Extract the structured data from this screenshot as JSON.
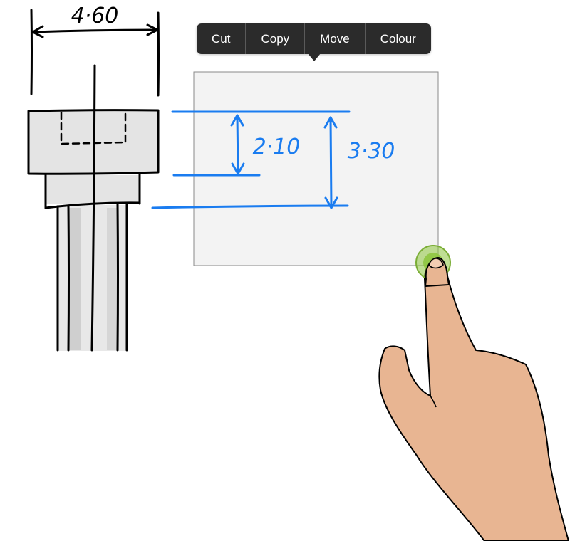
{
  "context_menu": {
    "items": [
      {
        "id": "cut",
        "label": "Cut"
      },
      {
        "id": "copy",
        "label": "Copy"
      },
      {
        "id": "move",
        "label": "Move"
      },
      {
        "id": "colour",
        "label": "Colour"
      }
    ]
  },
  "drawing": {
    "top_dimension": "4·60",
    "inner_dimension": "2·10",
    "outer_dimension": "3·30"
  },
  "selection": {
    "state": "selected"
  },
  "colors": {
    "ink": "#000000",
    "annotation_blue": "#1a7cf0",
    "selection_fill": "#f3f3f3",
    "selection_border": "#8a8a8a",
    "menu_background": "#2b2b2b",
    "touch_indicator": "#8cc43c",
    "skin": "#e8b592"
  },
  "icons": {
    "touch_point": "touch-indicator-icon",
    "finger": "pointing-hand-icon"
  }
}
